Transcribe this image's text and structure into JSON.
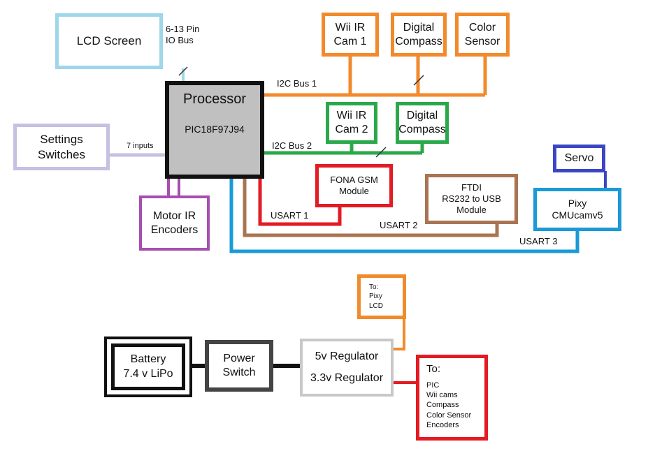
{
  "colors": {
    "lcd": "#9ed6ea",
    "i2c1": "#f28a2c",
    "i2c2": "#2aa94a",
    "settings": "#c6c0e2",
    "motor": "#a64fb0",
    "usart1": "#e31b23",
    "usart2": "#a97452",
    "usart3": "#1a9ad6",
    "servo": "#3b46c6",
    "processor_fill": "#c0c0c0",
    "power": "#111111",
    "switch": "#444444",
    "regulator": "#c8c8c8",
    "to5v": "#f28a2c",
    "to33v": "#e31b23"
  },
  "processor": {
    "title": "Processor",
    "model": "PIC18F97J94"
  },
  "lcd": {
    "label": "LCD Screen",
    "bus_label": [
      "6-13 Pin",
      "IO Bus"
    ]
  },
  "settings": {
    "label": [
      "Settings",
      "Switches"
    ],
    "bus_label": "7 inputs"
  },
  "motor": {
    "label": [
      "Motor IR",
      "Encoders"
    ]
  },
  "i2c1": {
    "bus_label": "I2C Bus 1",
    "devices": [
      {
        "label": [
          "Wii IR",
          "Cam 1"
        ]
      },
      {
        "label": [
          "Digital",
          "Compass"
        ]
      },
      {
        "label": [
          "Color",
          "Sensor"
        ]
      }
    ]
  },
  "i2c2": {
    "bus_label": "I2C Bus 2",
    "devices": [
      {
        "label": [
          "Wii IR",
          "Cam 2"
        ]
      },
      {
        "label": [
          "Digital",
          "Compass"
        ]
      }
    ]
  },
  "fona": {
    "label": [
      "FONA GSM",
      "Module"
    ],
    "bus_label": "USART 1"
  },
  "ftdi": {
    "label": [
      "FTDI",
      "RS232 to USB",
      "Module"
    ],
    "bus_label": "USART 2"
  },
  "pixy": {
    "label": [
      "Pixy",
      "CMUcamv5"
    ],
    "bus_label": "USART 3"
  },
  "servo": {
    "label": "Servo"
  },
  "battery": {
    "label": [
      "Battery",
      "7.4 v LiPo"
    ]
  },
  "power_switch": {
    "label": [
      "Power",
      "Switch"
    ]
  },
  "regulators": {
    "v5": "5v Regulator",
    "v33": "3.3v Regulator"
  },
  "to5v": {
    "label": [
      "To:",
      "Pixy",
      "LCD"
    ]
  },
  "to33v": {
    "heading": "To:",
    "items": [
      "PIC",
      "Wii cams",
      "Compass",
      "Color Sensor",
      "Encoders"
    ]
  }
}
